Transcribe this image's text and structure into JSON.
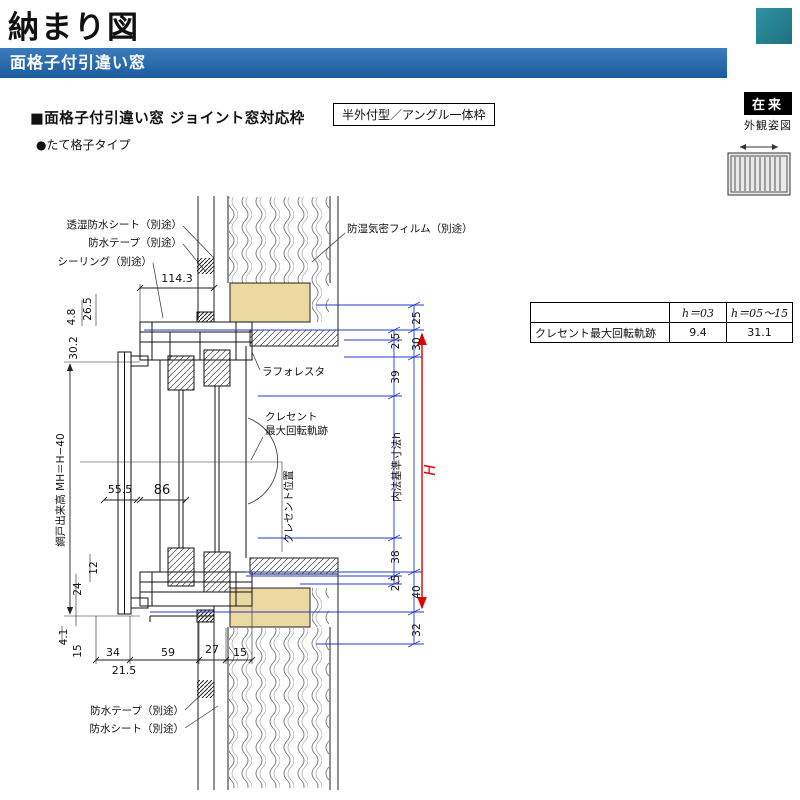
{
  "header": {
    "title": "納まり図",
    "banner": "面格子付引違い窓",
    "zairai": "在来",
    "elevation_caption": "外観姿図"
  },
  "section": {
    "heading": "■面格子付引違い窓 ジョイント窓対応枠",
    "frame_type": "半外付型／アングル一体枠",
    "subtype": "●たて格子タイプ"
  },
  "callouts": {
    "c_toshitsu": "透湿防水シート（別途）",
    "c_tape_top": "防水テープ（別途）",
    "c_sealing": "シーリング（別途）",
    "c_film": "防湿気密フィルム（別途）",
    "c_laforesta": "ラフォレスタ",
    "c_crescent1": "クレセント",
    "c_crescent2": "最大回転軌跡",
    "c_crescent_pos": "クレセント位置",
    "c_amido": "網戸出来高 MH＝H−40",
    "c_uchinori": "内法基準寸法h",
    "c_tape_btm": "防水テープ（別途）",
    "c_sheet_btm": "防水シート（別途）"
  },
  "dims": {
    "w1143": "114.3",
    "a48": "4.8",
    "a265": "26.5",
    "a302": "30.2",
    "a555": "55.5",
    "a86": "86",
    "a12": "12",
    "a24": "24",
    "a41": "4.1",
    "a15": "15",
    "b34": "34",
    "b215": "21.5",
    "b59": "59",
    "b27": "27",
    "b15": "15",
    "r25": "25",
    "r25a": "2.5",
    "r30": "30",
    "r39": "39",
    "r38": "38",
    "r25b": "2.5",
    "r40": "40",
    "r32": "32",
    "rH": "H"
  },
  "table": {
    "headers": [
      "",
      "h＝03",
      "h＝05～15"
    ],
    "rows": [
      [
        "クレセント最大回転軌跡",
        "9.4",
        "31.1"
      ]
    ]
  },
  "colors": {
    "banner_blue": "#2a6fae",
    "accent_teal": "#2b8c9c",
    "wood_fill": "#ecd9a2",
    "dim_blue": "#2238c8",
    "dim_red": "#e00000"
  }
}
